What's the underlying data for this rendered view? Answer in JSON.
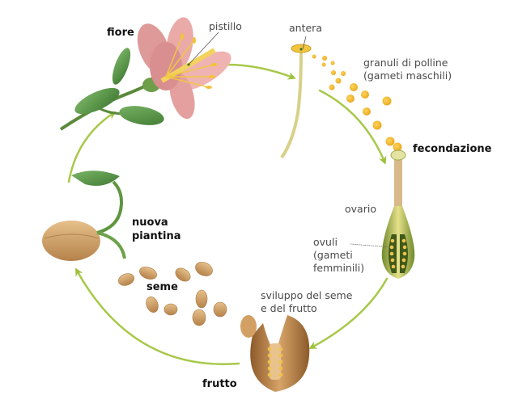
{
  "title": "Ciclo vitale di una pianta a fiore",
  "labels": {
    "fiore": "fiore",
    "pistillo": "pistillo",
    "antera": "antera",
    "granuli_line1": "granuli di polline",
    "granuli_line2": "(gameti maschili)",
    "fecondazione": "fecondazione",
    "ovario": "ovario",
    "ovuli_line1": "ovuli",
    "ovuli_line2": "(gameti",
    "ovuli_line3": "femminili)",
    "sviluppo_line1": "sviluppo del seme",
    "sviluppo_line2": "e del frutto",
    "frutto": "frutto",
    "seme": "seme",
    "nuova_line1": "nuova",
    "nuova_line2": "piantina"
  },
  "colors": {
    "arrow": "#9dc13a",
    "leaf": "#4f8a3c",
    "petal": "#e9a7a6",
    "pollen": "#f0b72a",
    "seed": "#c99a5e",
    "fruit": "#b57c43",
    "ovary": "#b7c95a"
  }
}
